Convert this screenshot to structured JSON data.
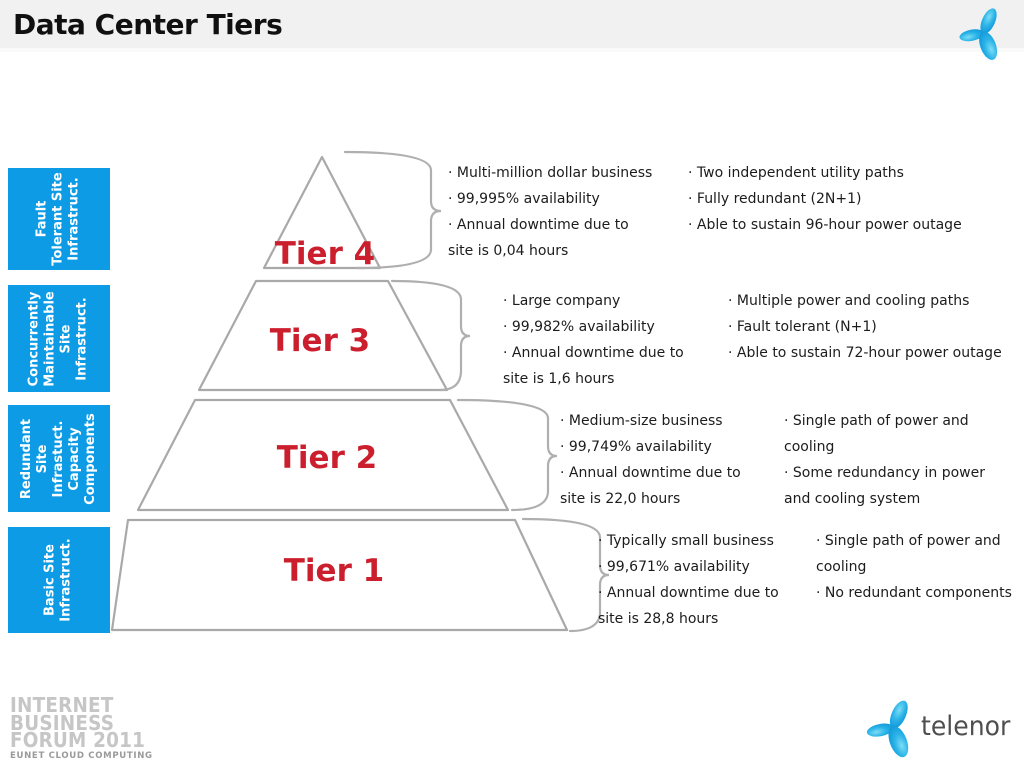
{
  "slide": {
    "title": "Data Center Tiers"
  },
  "colors": {
    "box_blue": "#0E9BE5",
    "tier_red": "#CB1F2E",
    "pyramid_gray": "#A9A9A9",
    "logo_cyan": "#1BA6DF",
    "header_bg": "#F1F1F1",
    "watermark_gray": "#C6C6C6"
  },
  "side_labels": [
    {
      "lines": [
        "Fault",
        "Tolerant Site",
        "Infrastruct."
      ]
    },
    {
      "lines": [
        "Concurrently",
        "Maintainable",
        "Site",
        "Infrastruct."
      ]
    },
    {
      "lines": [
        "Redundant",
        "Site",
        "Infrastuct.",
        "Capacity",
        "Components"
      ]
    },
    {
      "lines": [
        "Basic Site",
        "Infrastruct."
      ]
    }
  ],
  "tiers": [
    {
      "name": "Tier 4",
      "col1": [
        "· Multi-million dollar business",
        "· 99,995% availability",
        "· Annual downtime due to",
        "site is 0,04 hours"
      ],
      "col2": [
        "· Two independent utility paths",
        "· Fully redundant (2N+1)",
        "· Able to sustain 96-hour power outage"
      ]
    },
    {
      "name": "Tier 3",
      "col1": [
        "· Large company",
        "· 99,982% availability",
        "· Annual downtime due to",
        "site is 1,6 hours"
      ],
      "col2": [
        "· Multiple power and cooling paths",
        "· Fault tolerant (N+1)",
        "· Able to sustain 72-hour power outage"
      ]
    },
    {
      "name": "Tier 2",
      "col1": [
        "· Medium-size business",
        "· 99,749% availability",
        "· Annual downtime due to",
        "site is 22,0 hours"
      ],
      "col2": [
        "· Single path of power and",
        "cooling",
        "· Some redundancy in power",
        "and cooling system"
      ]
    },
    {
      "name": "Tier 1",
      "col1": [
        "· Typically small business",
        "· 99,671% availability",
        "· Annual downtime due to",
        "site is 28,8 hours"
      ],
      "col2": [
        "· Single path of power and",
        "cooling",
        "· No redundant components"
      ]
    }
  ],
  "footer": {
    "watermark_lines": [
      "INTERNET",
      "BUSINESS",
      "FORUM 2011"
    ],
    "watermark_sub": "EUNET CLOUD COMPUTING",
    "brand": "telenor"
  }
}
